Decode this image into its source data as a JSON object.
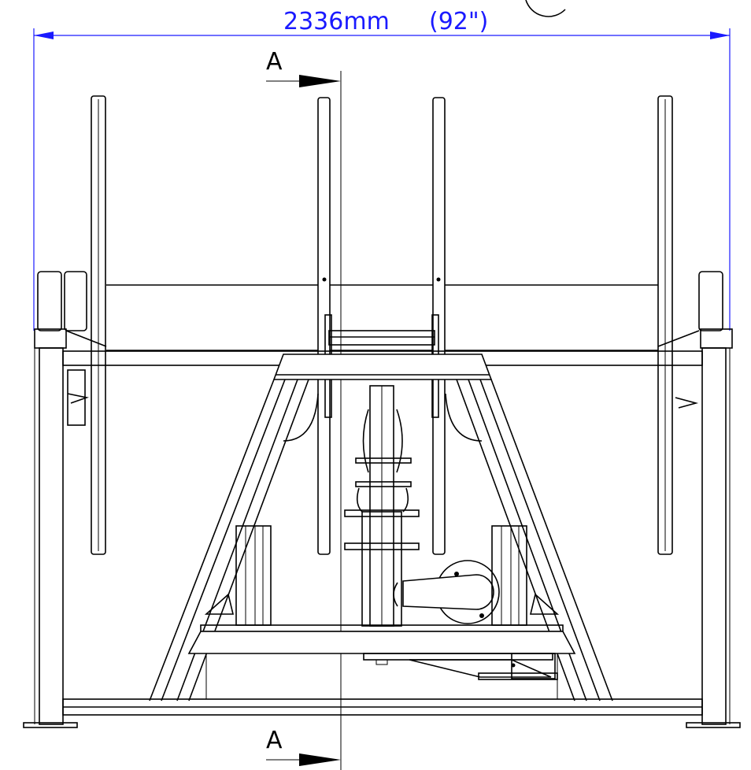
{
  "dimension": {
    "metric_value": "2336mm",
    "imperial_value": "(92\")",
    "color": "#1a1aff"
  },
  "section_markers": {
    "top_label": "A",
    "bottom_label": "A"
  }
}
